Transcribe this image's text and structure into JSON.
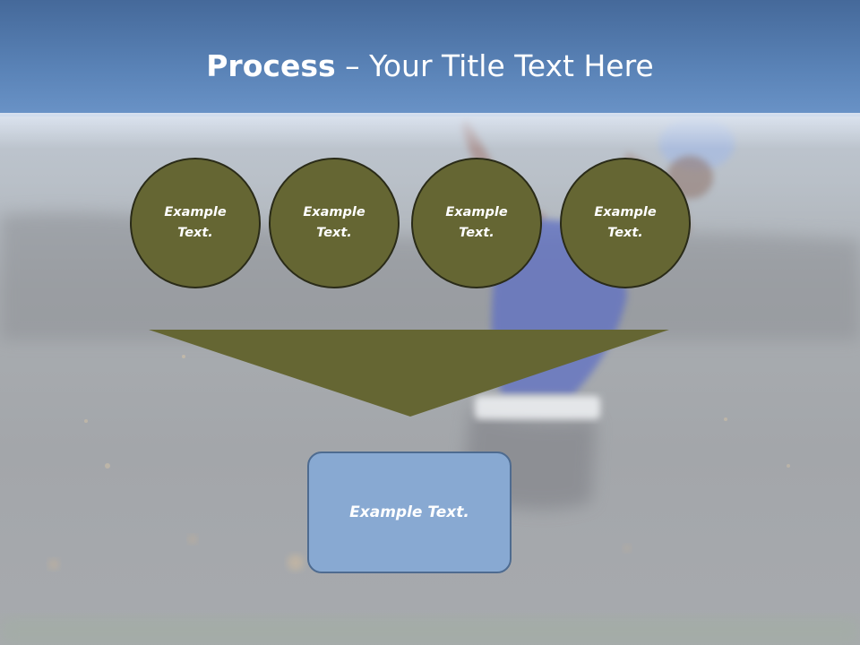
{
  "title": {
    "bold": "Process",
    "rest": " – Your Title Text Here"
  },
  "circles": [
    {
      "label": "Example Text."
    },
    {
      "label": "Example Text."
    },
    {
      "label": "Example Text."
    },
    {
      "label": "Example Text."
    }
  ],
  "result_box": {
    "label": "Example Text."
  },
  "colors": {
    "header": "#5a83b7",
    "circle_fill": "#656633",
    "circle_border": "#2a2b18",
    "arrow_fill": "#656633",
    "result_fill": "#88a9d2",
    "result_border": "#4e6b90",
    "text": "#ffffff"
  }
}
